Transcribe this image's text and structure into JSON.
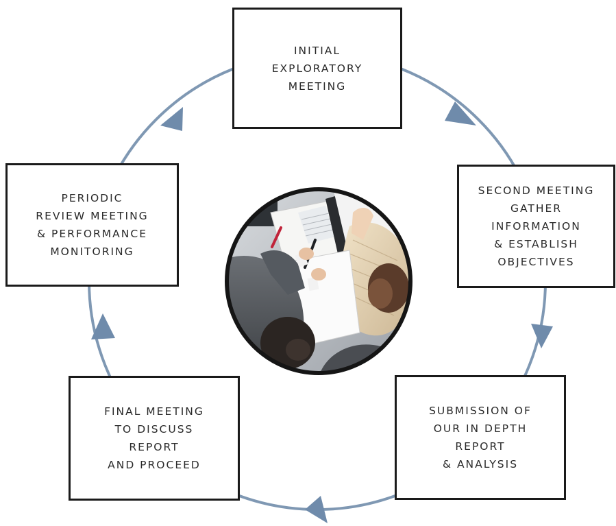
{
  "diagram": {
    "steps": [
      {
        "label": "INITIAL\nEXPLORATORY\nMEETING"
      },
      {
        "label": "SECOND MEETING\nGATHER\nINFORMATION\n& ESTABLISH\nOBJECTIVES"
      },
      {
        "label": "SUBMISSION OF\nOUR IN DEPTH\nREPORT\n& ANALYSIS"
      },
      {
        "label": "FINAL MEETING\nTO DISCUSS\nREPORT\nAND PROCEED"
      },
      {
        "label": "PERIODIC\nREVIEW MEETING\n& PERFORMANCE\nMONITORING"
      }
    ],
    "center_image": "business-meeting-photo"
  },
  "colors": {
    "cycle_line": "#7f98b3",
    "arrow_head": "#6f8bab",
    "box_border": "#1a1a1a",
    "text": "#2a2a2a"
  }
}
